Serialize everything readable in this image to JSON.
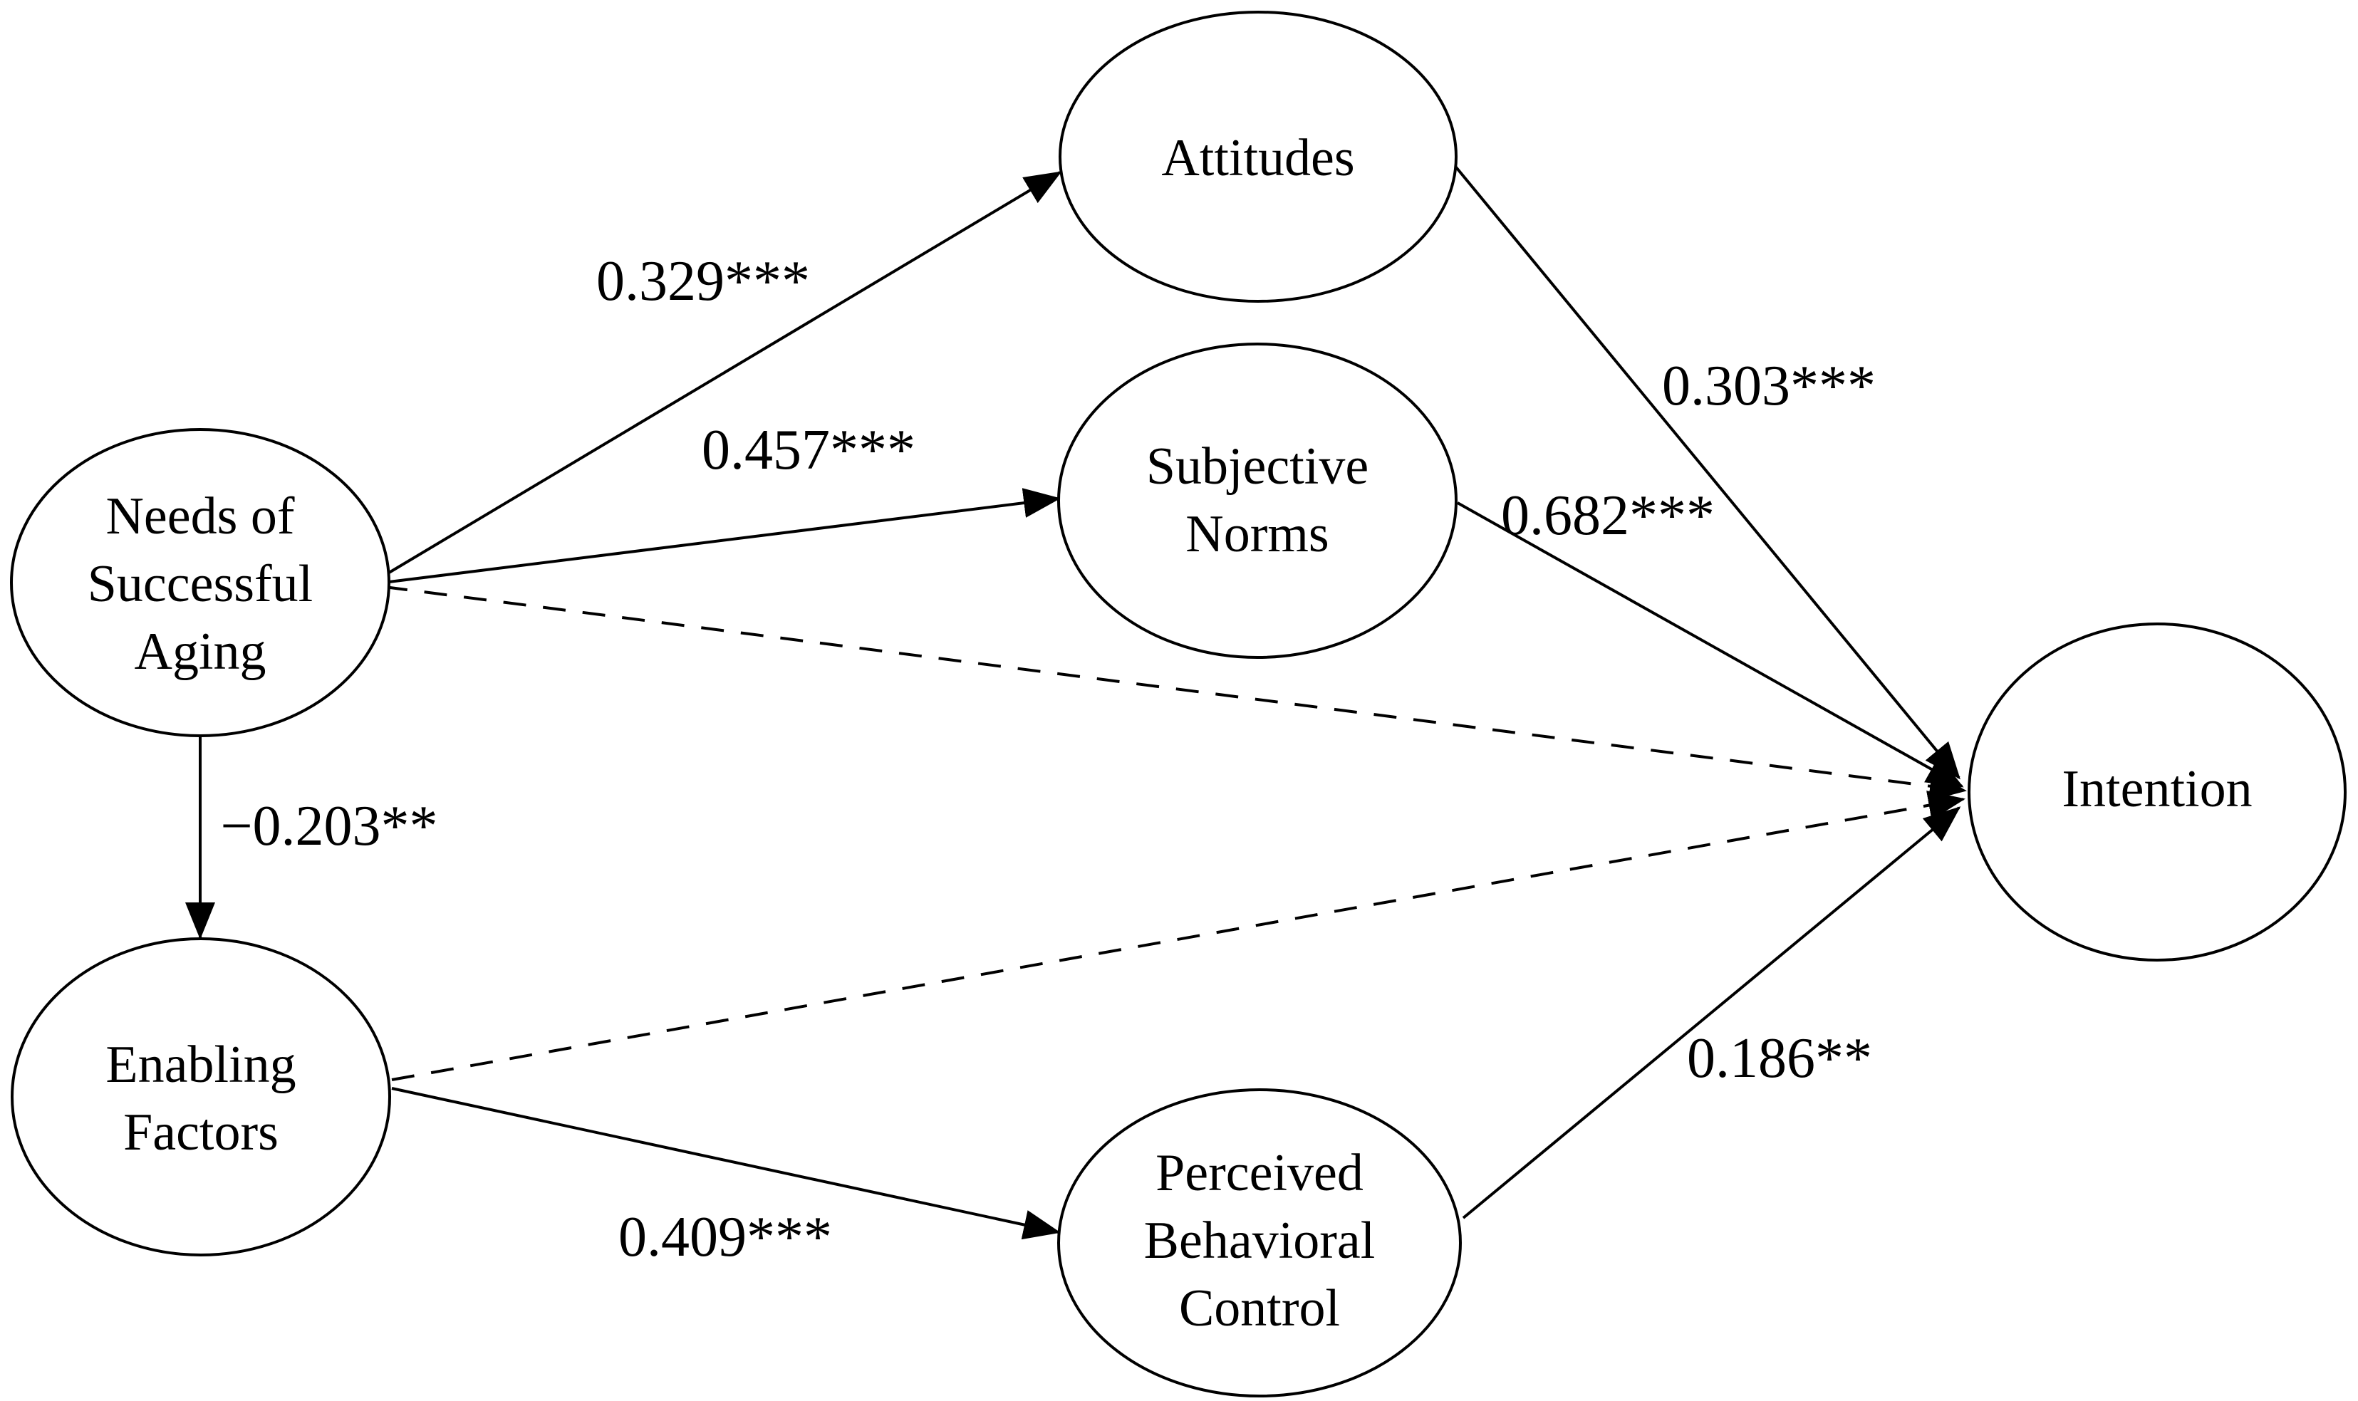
{
  "diagram": {
    "type": "path-model",
    "background_color": "#ffffff",
    "stroke_color": "#000000",
    "node_fill_color": "#ffffff",
    "nodes": [
      {
        "id": "needs-of-successful-aging",
        "label": "Needs of Successful Aging",
        "lines": [
          "Needs of",
          "Successful",
          "Aging"
        ]
      },
      {
        "id": "attitudes",
        "label": "Attitudes",
        "lines": [
          "Attitudes"
        ]
      },
      {
        "id": "subjective-norms",
        "label": "Subjective Norms",
        "lines": [
          "Subjective",
          "Norms"
        ]
      },
      {
        "id": "enabling-factors",
        "label": "Enabling Factors",
        "lines": [
          "Enabling",
          "Factors"
        ]
      },
      {
        "id": "perceived-behavioral-control",
        "label": "Perceived Behavioral Control",
        "lines": [
          "Perceived",
          "Behavioral",
          "Control"
        ]
      },
      {
        "id": "intention",
        "label": "Intention",
        "lines": [
          "Intention"
        ]
      }
    ],
    "edges": [
      {
        "from": "needs-of-successful-aging",
        "to": "attitudes",
        "coefficient": "0.329***",
        "style": "solid"
      },
      {
        "from": "needs-of-successful-aging",
        "to": "subjective-norms",
        "coefficient": "0.457***",
        "style": "solid"
      },
      {
        "from": "needs-of-successful-aging",
        "to": "enabling-factors",
        "coefficient": "−0.203**",
        "style": "solid"
      },
      {
        "from": "needs-of-successful-aging",
        "to": "intention",
        "coefficient": "",
        "style": "dashed"
      },
      {
        "from": "enabling-factors",
        "to": "perceived-behavioral-control",
        "coefficient": "0.409***",
        "style": "solid"
      },
      {
        "from": "enabling-factors",
        "to": "intention",
        "coefficient": "",
        "style": "dashed"
      },
      {
        "from": "attitudes",
        "to": "intention",
        "coefficient": "0.303***",
        "style": "solid"
      },
      {
        "from": "subjective-norms",
        "to": "intention",
        "coefficient": "0.682***",
        "style": "solid"
      },
      {
        "from": "perceived-behavioral-control",
        "to": "intention",
        "coefficient": "0.186**",
        "style": "solid"
      }
    ]
  }
}
